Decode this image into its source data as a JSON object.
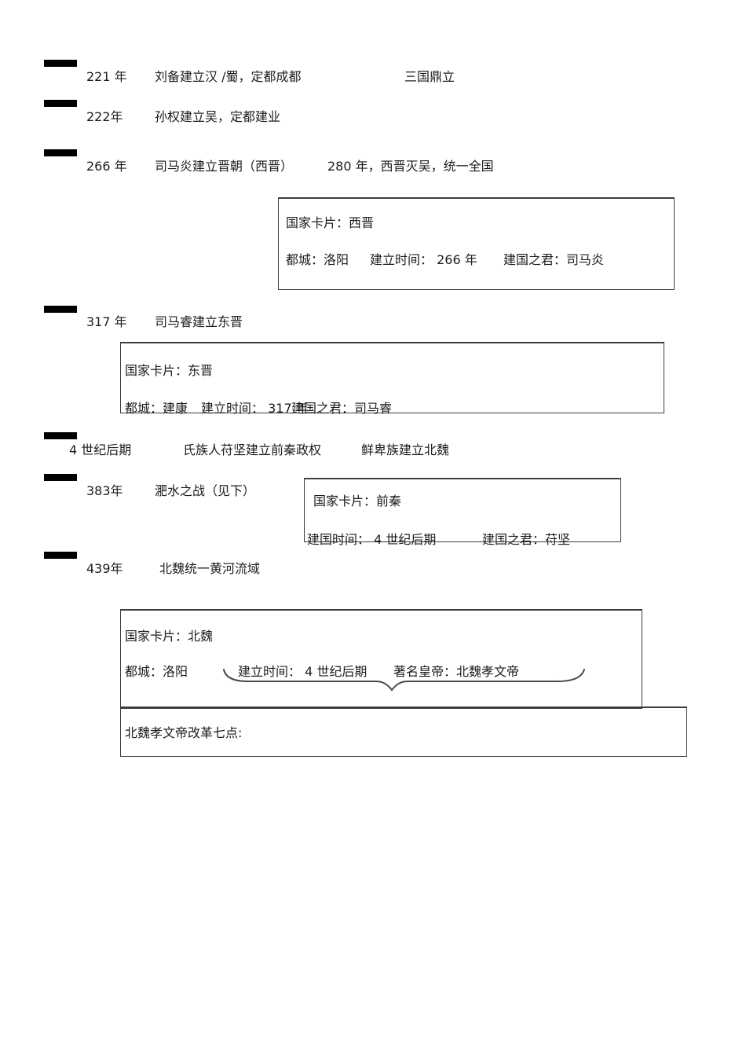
{
  "page": {
    "background": "#ffffff",
    "text_color": "#1c1c1c",
    "border_color": "#3d3d3d",
    "bar_color": "#000000"
  },
  "timeline": [
    {
      "year": "221 年",
      "event": "刘备建立汉 /蜀，定都成都",
      "note": "三国鼎立"
    },
    {
      "year": "222年",
      "event": "孙权建立吴，定都建业",
      "note": ""
    },
    {
      "year": "266 年",
      "event": "司马炎建立晋朝（西晋）",
      "note": "280 年，西晋灭吴，统一全国"
    },
    {
      "year": "317 年",
      "event": "司马睿建立东晋",
      "note": ""
    },
    {
      "year": "4 世纪后期",
      "event": "氏族人苻坚建立前秦政权",
      "note": "鲜卑族建立北魏"
    },
    {
      "year": "383年",
      "event": "淝水之战（见下）",
      "note": ""
    },
    {
      "year": "439年",
      "event": "北魏统一黄河流域",
      "note": ""
    }
  ],
  "cards": {
    "xijin": {
      "title": "国家卡片：西晋",
      "capital": "都城：洛阳",
      "founded": "建立时间： 266 年",
      "founder": "建国之君：司马炎"
    },
    "dongjin": {
      "title": "国家卡片：东晋",
      "capital": "都城：建康",
      "founded": "建立时间： 317 年",
      "founder": "建国之君：司马睿"
    },
    "qianqin": {
      "title": "国家卡片：前秦",
      "founded": "建国时间： 4 世纪后期",
      "founder": "建国之君：苻坚"
    },
    "beiwei": {
      "title": "国家卡片：北魏",
      "capital": "都城：洛阳",
      "founded": "建立时间： 4 世纪后期",
      "emperor": "著名皇帝：北魏孝文帝"
    }
  },
  "reform": {
    "label": "北魏孝文帝改革七点:"
  }
}
